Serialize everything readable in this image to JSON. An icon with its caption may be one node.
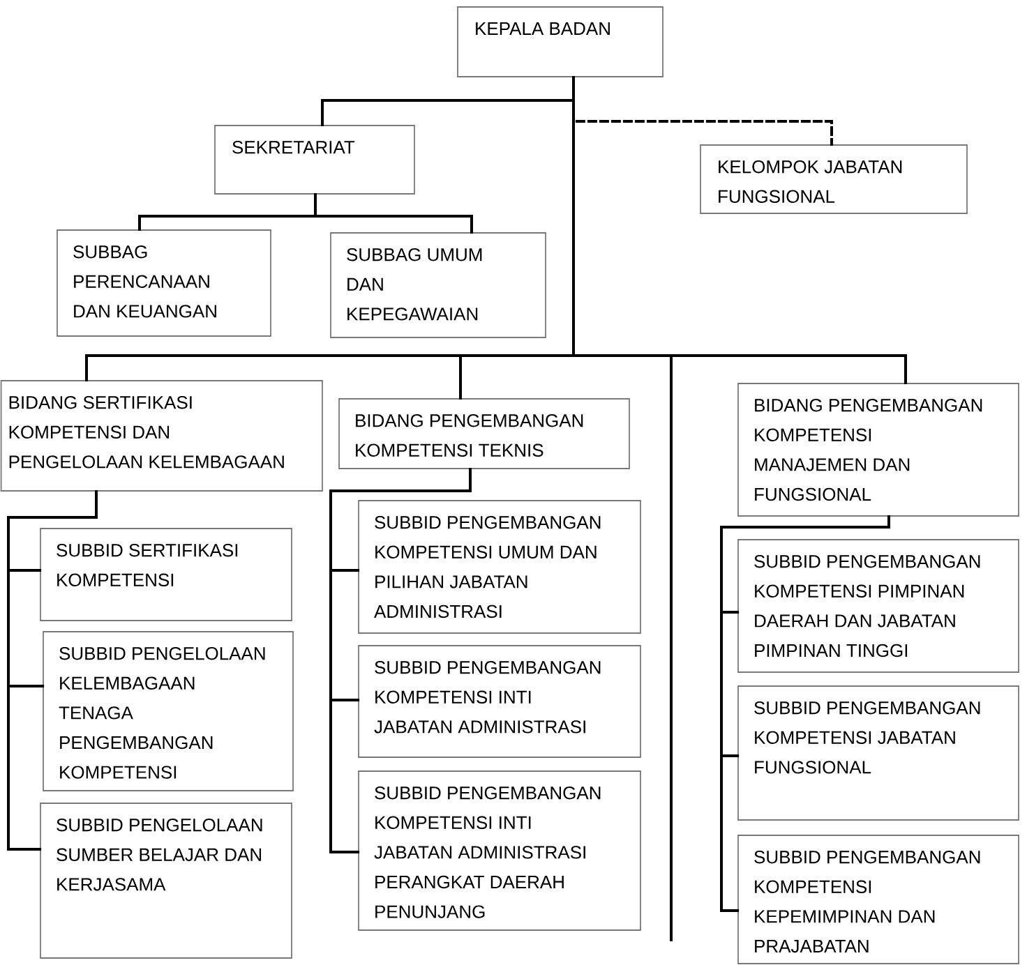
{
  "diagram": {
    "nodes": [
      {
        "text": [
          "KEPALA BADAN"
        ]
      },
      {
        "text": [
          "SEKRETARIAT"
        ]
      },
      {
        "text": [
          "KELOMPOK JABATAN FUNGSIONAL"
        ]
      },
      {
        "text": [
          "SUBBAG PERENCANAAN DAN KEUANGAN"
        ]
      },
      {
        "text": [
          "SUBBAG UMUM DAN KEPEGAWAIAN"
        ]
      },
      {
        "text": [
          "BIDANG SERTIFIKASI KOMPETENSI DAN PENGELOLAAN KELEMBAGAAN"
        ]
      },
      {
        "text": [
          "BIDANG PENGEMBANGAN KOMPETENSI TEKNIS"
        ]
      },
      {
        "text": [
          "BIDANG PENGEMBANGAN KOMPETENSI MANAJEMEN DAN FUNGSIONAL"
        ]
      },
      {
        "text": [
          "SUBBID SERTIFIKASI KOMPETENSI"
        ]
      },
      {
        "text": [
          "SUBBID PENGELOLAAN KELEMBAGAAN TENAGA PENGEMBANGAN KOMPETENSI"
        ]
      },
      {
        "text": [
          "SUBBID PENGELOLAAN SUMBER BELAJAR DAN KERJASAMA"
        ]
      },
      {
        "text": [
          "SUBBID PENGEMBANGAN KOMPETENSI UMUM DAN PILIHAN JABATAN ADMINISTRASI"
        ]
      },
      {
        "text": [
          "SUBBID PENGEMBANGAN KOMPETENSI INTI JABATAN ADMINISTRASI"
        ]
      },
      {
        "text": [
          "SUBBID PENGEMBANGAN KOMPETENSI INTI JABATAN ADMINISTRASI PERANGKAT DAERAH PENUNJANG"
        ]
      },
      {
        "text": [
          "SUBBID PENGEMBANGAN KOMPETENSI PIMPINAN DAERAH DAN JABATAN PIMPINAN TINGGI"
        ]
      },
      {
        "text": [
          "SUBBID PENGEMBANGAN KOMPETENSI JABATAN FUNGSIONAL"
        ]
      },
      {
        "text": [
          "SUBBID PENGEMBANGAN KOMPETENSI KEPEMIMPINAN DAN PRAJABATAN"
        ]
      }
    ],
    "edges": [
      {
        "from": 0,
        "to": 1,
        "arrow": "none"
      },
      {
        "from": 0,
        "to": 2,
        "arrow": "none",
        "style": "dashed"
      },
      {
        "from": 1,
        "to": 3,
        "arrow": "none"
      },
      {
        "from": 1,
        "to": 4,
        "arrow": "none"
      },
      {
        "from": 0,
        "to": 5,
        "arrow": "none"
      },
      {
        "from": 0,
        "to": 6,
        "arrow": "none"
      },
      {
        "from": 0,
        "to": 7,
        "arrow": "none"
      },
      {
        "from": 0,
        "to": null,
        "arrow": "none"
      },
      {
        "from": 5,
        "to": 8,
        "arrow": "none"
      },
      {
        "from": 5,
        "to": 9,
        "arrow": "none"
      },
      {
        "from": 5,
        "to": 10,
        "arrow": "none"
      },
      {
        "from": 6,
        "to": 11,
        "arrow": "none"
      },
      {
        "from": 6,
        "to": 12,
        "arrow": "none"
      },
      {
        "from": 6,
        "to": 13,
        "arrow": "none"
      },
      {
        "from": 7,
        "to": 14,
        "arrow": "none"
      },
      {
        "from": 7,
        "to": 15,
        "arrow": "none"
      },
      {
        "from": 7,
        "to": 16,
        "arrow": "none"
      }
    ]
  }
}
